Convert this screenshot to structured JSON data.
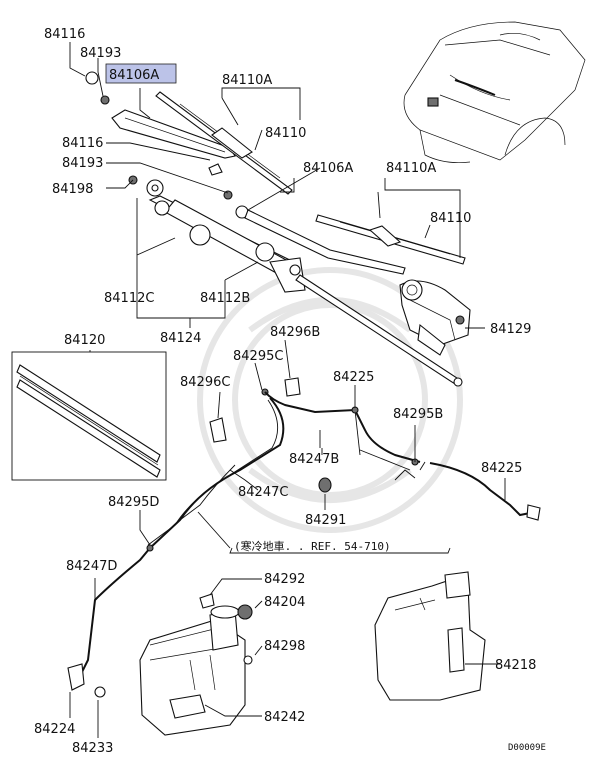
{
  "highlight_color": "#bcc3e8",
  "labels": {
    "p84116_top": "84116",
    "p84193_top": "84193",
    "p84106A_top": "84106A",
    "p84110A_top": "84110A",
    "p84110_top": "84110",
    "p84116_mid": "84116",
    "p84193_mid": "84193",
    "p84198": "84198",
    "p84106A_mid": "84106A",
    "p84110A_mid": "84110A",
    "p84110_mid": "84110",
    "p84112C": "84112C",
    "p84112B": "84112B",
    "p84124": "84124",
    "p84129": "84129",
    "p84120": "84120",
    "p84296B": "84296B",
    "p84295C": "84295C",
    "p84296C": "84296C",
    "p84225_top": "84225",
    "p84295B": "84295B",
    "p84247B": "84247B",
    "p84225_right": "84225",
    "p84247C": "84247C",
    "p84291": "84291",
    "p84295D": "84295D",
    "p84247D": "84247D",
    "p84292": "84292",
    "p84204": "84204",
    "p84298": "84298",
    "p84218": "84218",
    "p84242": "84242",
    "p84224": "84224",
    "p84233": "84233"
  },
  "reference_note": "(寒冷地車. . REF. 54-710)",
  "diagram_code": "D00009E"
}
